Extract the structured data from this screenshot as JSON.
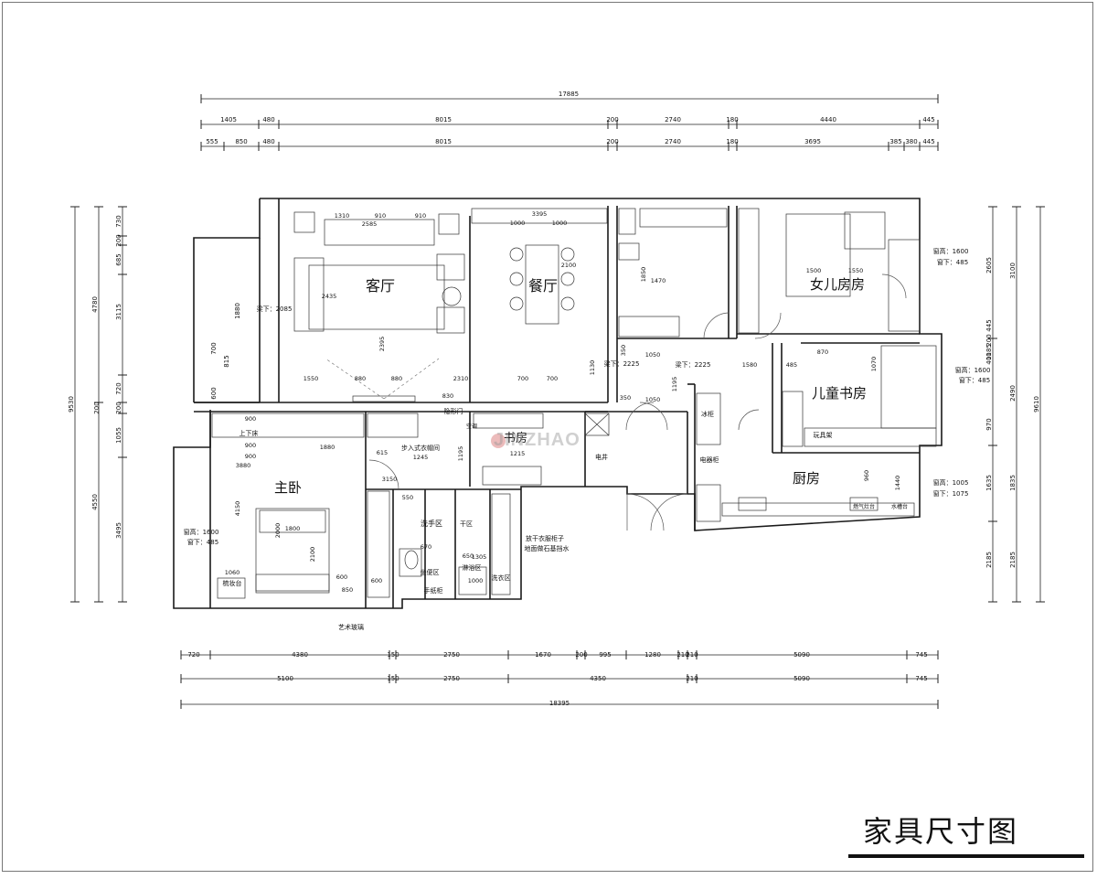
{
  "title": "家具尺寸图",
  "watermark": "JINZHAO",
  "rooms": {
    "living": "客厅",
    "dining": "餐厅",
    "daughter": "女儿房房",
    "kids_study": "儿童书房",
    "master": "主卧",
    "study": "书房",
    "kitchen": "厨房"
  },
  "labels": {
    "walkin_closet": "步入式衣帽间",
    "hidden_door": "隐形门",
    "ac": "空调",
    "washing": "洗手区",
    "dry_area": "干区",
    "toilet_area": "坐便区",
    "paper_cabinet": "手纸柜",
    "shower_area": "淋浴区",
    "laundry_area": "洗衣区",
    "clothes_note_1": "放干衣服柜子",
    "clothes_note_2": "地面做石基挡水",
    "fridge": "冰柜",
    "appliance": "电器柜",
    "toy_rack": "玩具架",
    "vanity": "梳妆台",
    "up_down_bed": "上下床",
    "art_glass": "艺术玻璃",
    "electric_well": "电井",
    "stove": "燃气灶台",
    "sink": "水槽台",
    "win_h_1600a": "窗高：1600",
    "win_s_485a": "窗下：485",
    "win_h_1600b": "窗高：1600",
    "win_s_485b": "窗下：485",
    "win_h_1600c": "窗高：1600",
    "win_s_485c": "窗下：485",
    "win_h_1005": "窗高：1005",
    "win_s_1075": "窗下：1075",
    "beam_2085": "梁下：2085",
    "beam_2225": "梁下：2225",
    "beam_2225b": "梁下：2225"
  },
  "dims": {
    "top_total": "17885",
    "top1": [
      "1405",
      "480",
      "8015",
      "200",
      "2740",
      "180",
      "4440",
      "445"
    ],
    "top2": [
      "555",
      "850",
      "480",
      "8015",
      "200",
      "2740",
      "180",
      "3695",
      "385",
      "380",
      "445"
    ],
    "bottom1": [
      "720",
      "4380",
      "150",
      "2750",
      "1670",
      "200",
      "995",
      "1280",
      "210",
      "210",
      "5090",
      "745"
    ],
    "bottom2": [
      "5100",
      "150",
      "2750",
      "4350",
      "210",
      "5090",
      "745"
    ],
    "bottom_total": "18395",
    "left_total": "9530",
    "left1": [
      "4780",
      "4550"
    ],
    "left2": [
      "730",
      "200",
      "685",
      "3115",
      "1880",
      "700",
      "815",
      "200",
      "600",
      "720",
      "200",
      "1055",
      "3495"
    ],
    "right_total": "9610",
    "right1": [
      "3100",
      "2490",
      "1835",
      "2185"
    ],
    "right2": [
      "2605",
      "1185",
      "445",
      "200",
      "400",
      "970",
      "1635",
      "2185"
    ],
    "inner": {
      "d2585": "2585",
      "d3395": "3395",
      "d2435": "2435",
      "d2395": "2395",
      "d1550a": "1550",
      "d880a": "880",
      "d880b": "880",
      "d2310": "2310",
      "d700a": "700",
      "d700b": "700",
      "d1000a": "1000",
      "d1000b": "1000",
      "d1470": "1470",
      "d1050a": "1050",
      "d1050b": "1050",
      "d1580": "1580",
      "d485": "485",
      "d870": "870",
      "d1550b": "1550",
      "d1500": "1500",
      "d1880": "1880",
      "d3880": "3880",
      "d900a": "900",
      "d900b": "900",
      "d900c": "900",
      "d1245": "1245",
      "d615": "615",
      "d1215": "1215",
      "d830": "830",
      "d3150": "3150",
      "d2000": "2000",
      "d1800": "1800",
      "d2100": "2100",
      "d600a": "600",
      "d600b": "600",
      "d850": "850",
      "d1060": "1060",
      "d4150": "4150",
      "d960": "960",
      "d1440": "1440",
      "d1850": "1850",
      "d1130": "1130",
      "d1195": "1195",
      "d1070": "1070",
      "d350a": "350",
      "d350b": "350",
      "d1305": "1305",
      "d650": "650",
      "d670": "670",
      "d1000c": "1000",
      "d550": "550",
      "d1195b": "1195",
      "d910a": "910",
      "d910b": "910",
      "d1310": "1310",
      "d2100b": "2100"
    }
  },
  "colors": {
    "line": "#1a1a1a",
    "thin": "#333333",
    "gray": "#9a9a9a",
    "light": "#c8c8c8"
  }
}
